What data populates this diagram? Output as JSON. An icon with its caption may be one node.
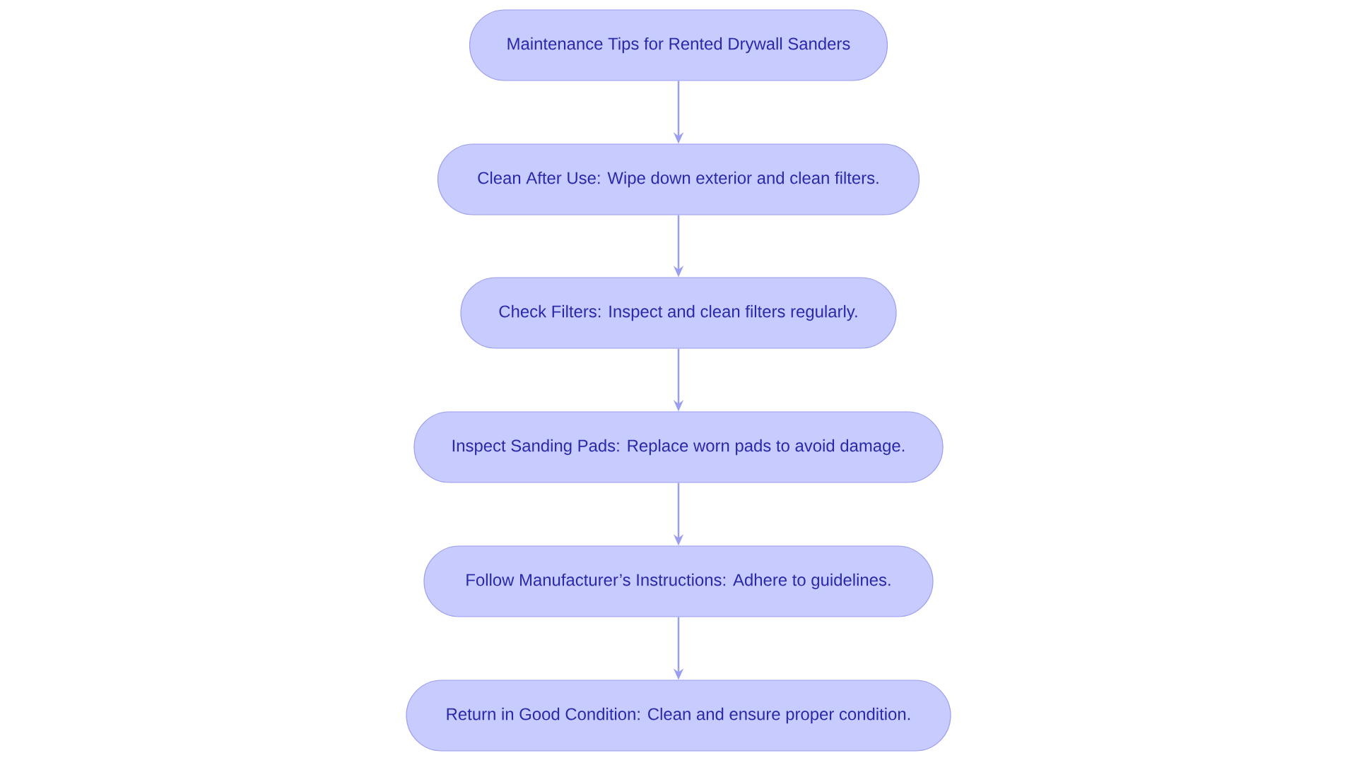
{
  "diagram": {
    "nodes": [
      {
        "text": [
          "Maintenance Tips for Rented Drywall Sanders"
        ]
      },
      {
        "text": [
          "Clean After Use: Wipe down exterior and clean filters."
        ]
      },
      {
        "text": [
          "Check Filters: Inspect and clean filters regularly."
        ]
      },
      {
        "text": [
          "Inspect Sanding Pads: Replace worn pads to avoid damage."
        ]
      },
      {
        "text": [
          "Follow Manufacturer’s Instructions: Adhere to guidelines."
        ]
      },
      {
        "text": [
          "Return in Good Condition: Clean and ensure proper condition."
        ]
      }
    ],
    "edges": [
      {
        "from": 0,
        "to": 1,
        "arrow": "to"
      },
      {
        "from": 1,
        "to": 2,
        "arrow": "to"
      },
      {
        "from": 2,
        "to": 3,
        "arrow": "to"
      },
      {
        "from": 3,
        "to": 4,
        "arrow": "to"
      },
      {
        "from": 4,
        "to": 5,
        "arrow": "to"
      }
    ]
  }
}
